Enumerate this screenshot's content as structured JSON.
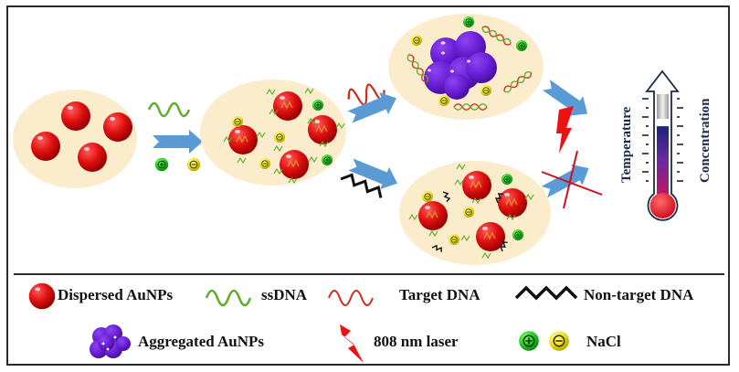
{
  "figure": {
    "description": "Schematic of colorimetric/photothermal DNA detection using ssDNA-functionalized gold nanoparticles",
    "stages": [
      {
        "name": "dispersed-aunps",
        "particles": 4
      },
      {
        "name": "ssdna-coated-aunps-with-nacl",
        "particles": 4
      },
      {
        "name": "aggregated-with-target-dna",
        "result": "aggregation"
      },
      {
        "name": "dispersed-with-non-target-dna",
        "result": "no aggregation"
      }
    ],
    "readout": {
      "left_label": "Temperature",
      "right_label": "Concentration",
      "fill_fraction": 0.7
    }
  },
  "legend": {
    "dispersed_aunps": "Dispersed AuNPs",
    "ssdna": "ssDNA",
    "target_dna": "Target DNA",
    "non_target_dna": "Non-target DNA",
    "aggregated_aunps": "Aggregated AuNPs",
    "laser": "808 nm laser",
    "nacl": "NaCl"
  },
  "colors": {
    "gold_np": "#e01010",
    "aggregate": "#6a1fd6",
    "ssdna": "#5fae2a",
    "target": "#c8321e",
    "non_target": "#111111",
    "arrow": "#5b9bd5",
    "solution": "#fbeccc",
    "cation": "#22cc22",
    "anion": "#f2e020",
    "laser": "#ee1111"
  }
}
